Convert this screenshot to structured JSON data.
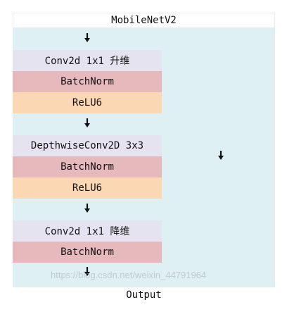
{
  "title": "MobileNetV2",
  "blocks": {
    "conv_expand": "Conv2d 1x1 升维",
    "bn1": "BatchNorm",
    "relu1": "ReLU6",
    "depthwise": "DepthwiseConv2D 3x3",
    "bn2": "BatchNorm",
    "relu2": "ReLU6",
    "conv_project": "Conv2d 1x1 降维",
    "bn3": "BatchNorm"
  },
  "output": "Output",
  "arrow_icon": "down-arrow-icon",
  "watermark": "https://blog.csdn.net/weixin_44791964",
  "colors": {
    "background": "#dff0f5",
    "conv": "#e6e3f1",
    "batchnorm": "#e6b9bd",
    "relu": "#fbd7b4"
  }
}
